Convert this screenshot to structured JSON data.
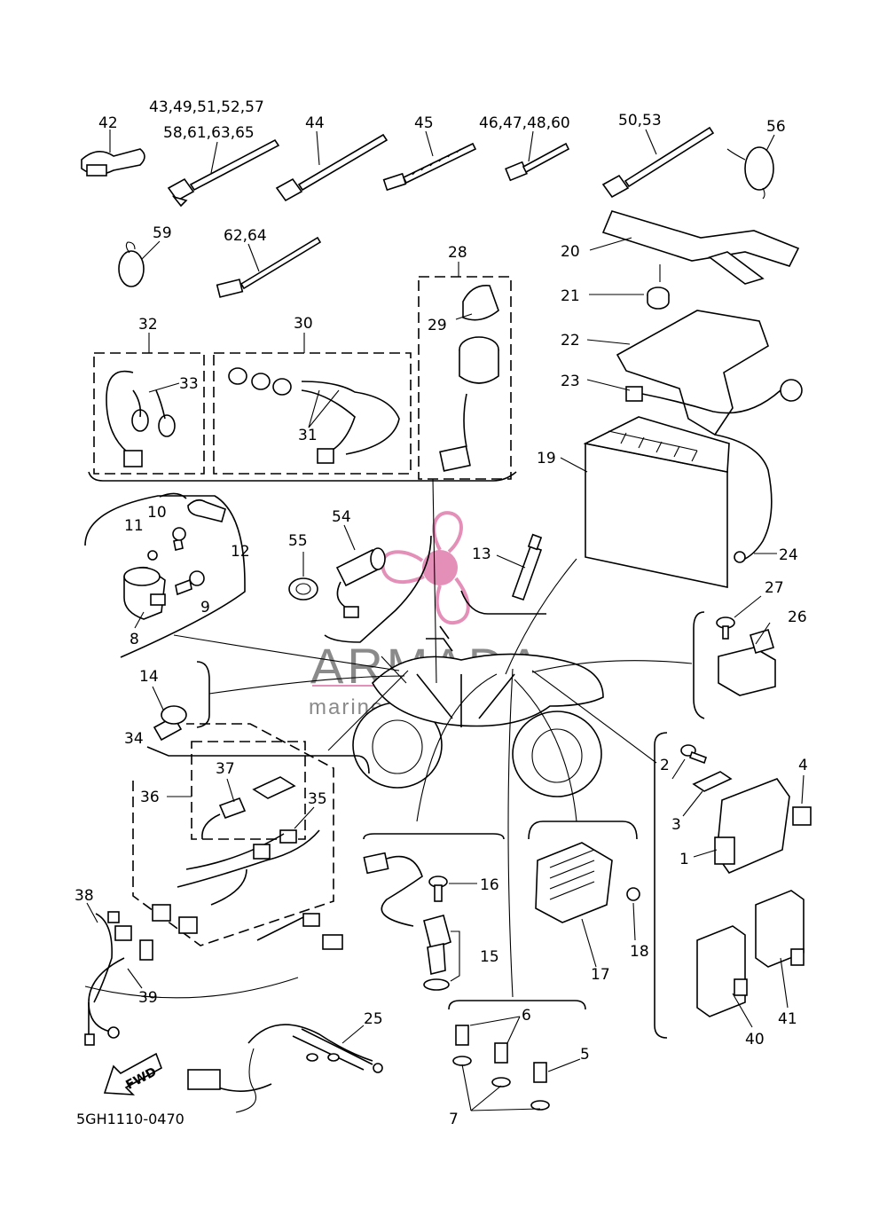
{
  "diagram_code": "5GH1110-0470",
  "watermark": {
    "brand": "ARMADA",
    "tagline": "marine outboards",
    "logo_color": "#e48fb8",
    "text_color": "#8a8a8a"
  },
  "direction_arrow": "FWD",
  "callouts": {
    "c1": "1",
    "c2": "2",
    "c3": "3",
    "c4": "4",
    "c5": "5",
    "c6": "6",
    "c7": "7",
    "c8": "8",
    "c9": "9",
    "c10": "10",
    "c11": "11",
    "c12": "12",
    "c13": "13",
    "c14": "14",
    "c15": "15",
    "c16": "16",
    "c17": "17",
    "c18": "18",
    "c19": "19",
    "c20": "20",
    "c21": "21",
    "c22": "22",
    "c23": "23",
    "c24": "24",
    "c25": "25",
    "c26": "26",
    "c27": "27",
    "c28": "28",
    "c29": "29",
    "c30": "30",
    "c31": "31",
    "c32": "32",
    "c33": "33",
    "c34": "34",
    "c35": "35",
    "c36": "36",
    "c37": "37",
    "c38": "38",
    "c39": "39",
    "c40": "40",
    "c41": "41",
    "c42": "42",
    "c43": "43,49,51,52,57",
    "c43b": "58,61,63,65",
    "c44": "44",
    "c45": "45",
    "c46": "46,47,48,60",
    "c50": "50,53",
    "c54": "54",
    "c55": "55",
    "c56": "56",
    "c59": "59",
    "c62": "62,64"
  }
}
